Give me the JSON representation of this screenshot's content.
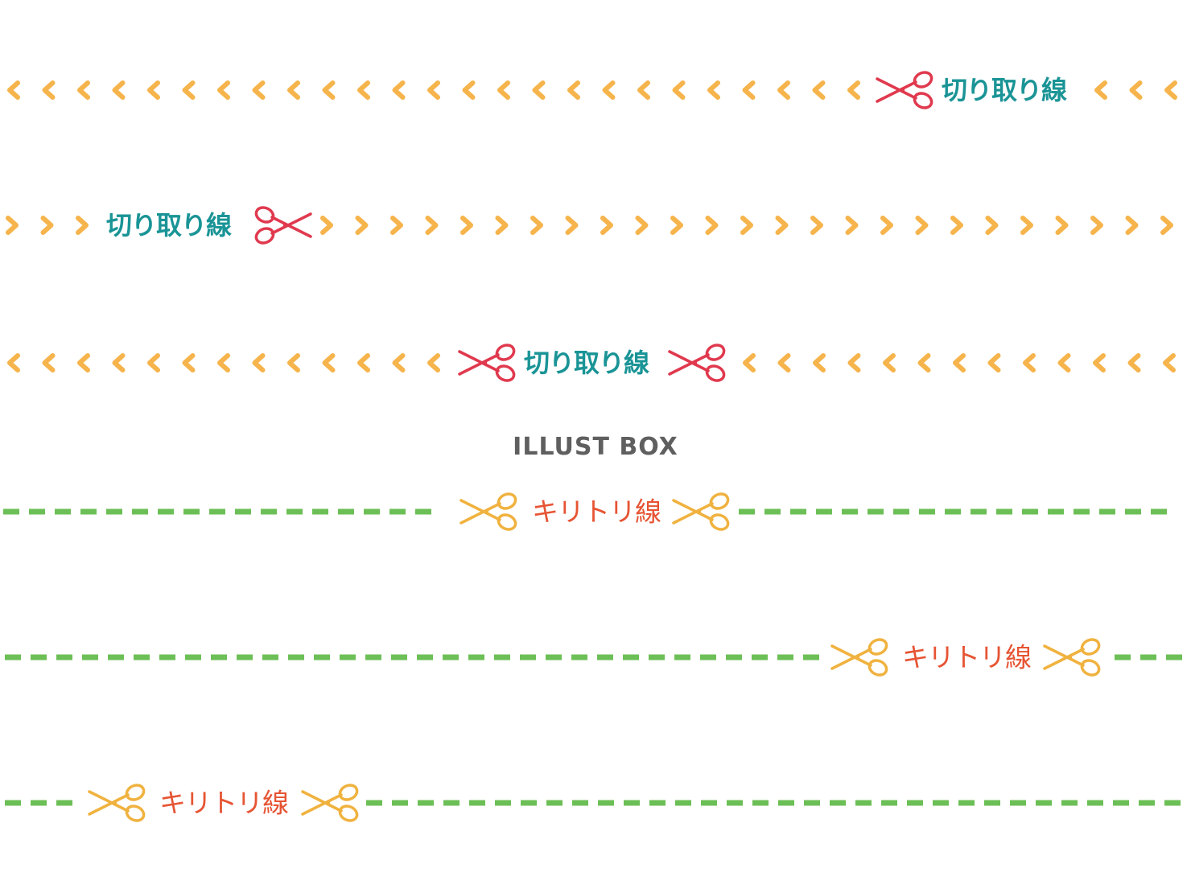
{
  "colors": {
    "arrow": "#f6b44c",
    "teal_text": "#1a9496",
    "red_scissors": "#e0394e",
    "green_dash": "#6cbf56",
    "orange_scissors": "#f0b23f",
    "red_text": "#e65433",
    "watermark": "#5f5f5f"
  },
  "watermark": {
    "text": "ILLUST BOX"
  },
  "arrow_rows": [
    {
      "direction": "left",
      "label": "切り取り線",
      "scissors": [
        "scissors-icon"
      ],
      "arrangement": "arrows, scissors, label, arrows"
    },
    {
      "direction": "right",
      "label": "切り取り線",
      "scissors": [
        "scissors-icon"
      ],
      "arrangement": "arrows, label, scissors, arrows"
    },
    {
      "direction": "left",
      "label": "切り取り線",
      "scissors": [
        "scissors-icon",
        "scissors-icon"
      ],
      "arrangement": "arrows, scissors, label, scissors, arrows"
    }
  ],
  "dash_rows": [
    {
      "label": "キリトリ線",
      "scissors": [
        "scissors-icon",
        "scissors-icon"
      ],
      "arrangement": "dashes, scissors, label, scissors, dashes"
    },
    {
      "label": "キリトリ線",
      "scissors": [
        "scissors-icon",
        "scissors-icon"
      ],
      "arrangement": "dashes, scissors, label, scissors, dashes"
    },
    {
      "label": "キリトリ線",
      "scissors": [
        "scissors-icon",
        "scissors-icon"
      ],
      "arrangement": "dashes, scissors, label, scissors, dashes"
    }
  ]
}
